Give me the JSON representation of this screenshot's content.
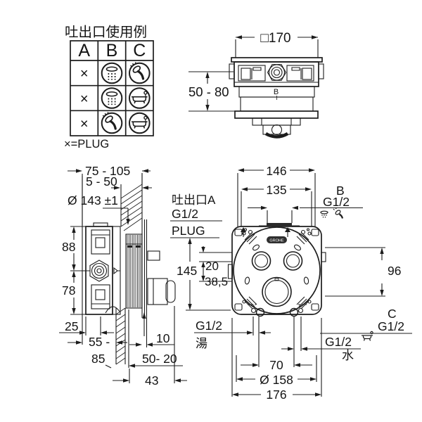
{
  "usage_table": {
    "title": "吐出口使用例",
    "columns": [
      "A",
      "B",
      "C"
    ],
    "rows": [
      {
        "a": "×",
        "b_icon": "overhead-shower",
        "c_icon": "hand-shower"
      },
      {
        "a": "×",
        "b_icon": "overhead-shower",
        "c_icon": "bathtub"
      },
      {
        "a": "×",
        "b_icon": "hand-shower",
        "c_icon": "bathtub"
      }
    ],
    "legend": "×=PLUG"
  },
  "top_view": {
    "dim_width": "□170",
    "dim_depth": "50 - 80",
    "marking": "B"
  },
  "side_view": {
    "dims": {
      "d75_105": "75 - 105",
      "d5_50": "5 - 50",
      "d143": "Ø 143 ±1",
      "d88": "88",
      "d78": "78",
      "d25": "25",
      "d55": "55 -",
      "d85": "85",
      "d10": "10",
      "d50_20": "50- 20",
      "d43": "43"
    }
  },
  "front_view": {
    "dims": {
      "d146": "146",
      "d135": "135",
      "d145": "145",
      "d20": "20",
      "d38_5": "38,5",
      "d96": "96",
      "d70": "70",
      "d158": "Ø 158",
      "d176": "176"
    },
    "labels": {
      "outlet_a": "吐出口A",
      "outlet_a_thread": "G1/2",
      "plug": "PLUG",
      "outlet_b": "B",
      "outlet_b_thread": "G1/2",
      "outlet_c": "C",
      "outlet_c_thread": "G1/2",
      "hot_thread": "G1/2",
      "hot": "湯",
      "cold_thread": "G1/2",
      "cold": "水",
      "logo": "GROHE"
    }
  },
  "colors": {
    "line": "#1c1c1c",
    "background": "#ffffff"
  }
}
